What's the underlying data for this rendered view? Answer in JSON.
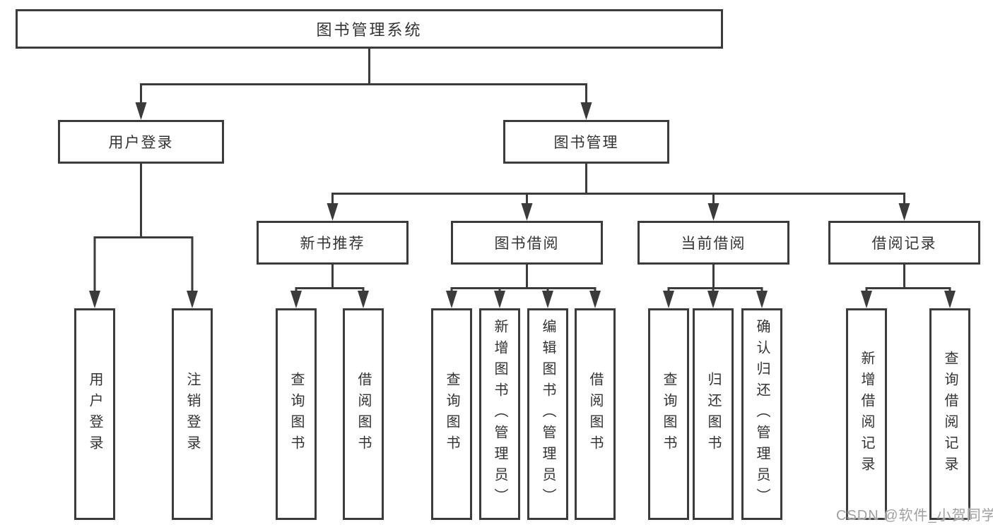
{
  "colors": {
    "line": "#3b3b3b",
    "text": "#333333",
    "box_background": "#ffffff",
    "watermark": "#a0a0a0"
  },
  "nodes": {
    "root": {
      "label": "图书管理系统"
    },
    "level2": [
      {
        "label": "用户登录"
      },
      {
        "label": "图书管理"
      }
    ],
    "level3": [
      {
        "label": "新书推荐"
      },
      {
        "label": "图书借阅"
      },
      {
        "label": "当前借阅"
      },
      {
        "label": "借阅记录"
      }
    ],
    "leaves": [
      {
        "label": "用户登录"
      },
      {
        "label": "注销登录"
      },
      {
        "label": "查询图书"
      },
      {
        "label": "借阅图书"
      },
      {
        "label": "查询图书"
      },
      {
        "label": "新增图书（管理员）"
      },
      {
        "label": "编辑图书（管理员）"
      },
      {
        "label": "借阅图书"
      },
      {
        "label": "查询图书"
      },
      {
        "label": "归还图书"
      },
      {
        "label": "确认归还（管理员）"
      },
      {
        "label": "新增借阅记录"
      },
      {
        "label": "查询借阅记录"
      }
    ]
  },
  "watermark": {
    "text": "CSDN @软件_小贺同学"
  }
}
